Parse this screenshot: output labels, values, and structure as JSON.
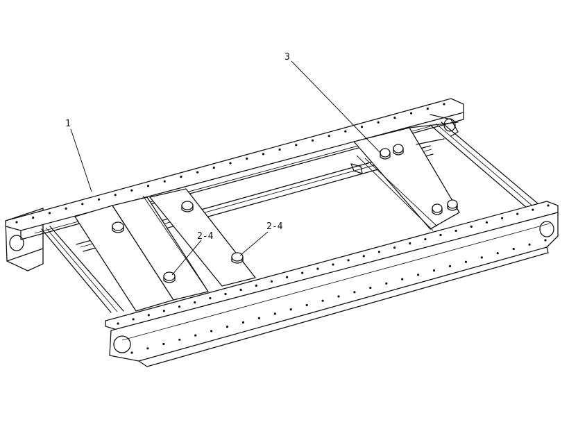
{
  "callouts": {
    "c1": "1",
    "c3": "3",
    "c24a": "2-4",
    "c24b": "2-4"
  },
  "colors": {
    "line": "#111111",
    "background": "#ffffff"
  }
}
